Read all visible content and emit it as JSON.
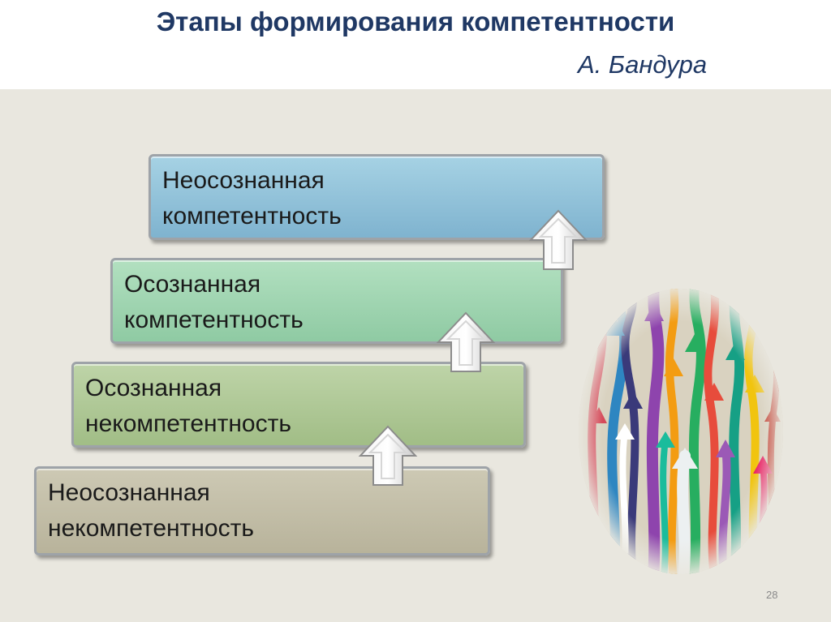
{
  "header": {
    "title": "Этапы формирования  компетентности",
    "author": "А. Бандура"
  },
  "stages": [
    {
      "line1": "Неосознанная",
      "line2": "некомпетентность",
      "color": "#c3bea7"
    },
    {
      "line1": "Осознанная",
      "line2": "некомпетентность",
      "color": "#b0c997"
    },
    {
      "line1": "Осознанная",
      "line2": "компетентность",
      "color": "#a0d5b1"
    },
    {
      "line1": "Неосознанная",
      "line2": "компетентность",
      "color": "#93c3da"
    }
  ],
  "arrows": [
    "up-arrow-icon",
    "up-arrow-icon",
    "up-arrow-icon"
  ],
  "image": {
    "name": "colorful-arrows-image"
  },
  "footer": {
    "page_number": "28"
  },
  "colors": {
    "title": "#1f3864",
    "background": "#e9e7df"
  }
}
